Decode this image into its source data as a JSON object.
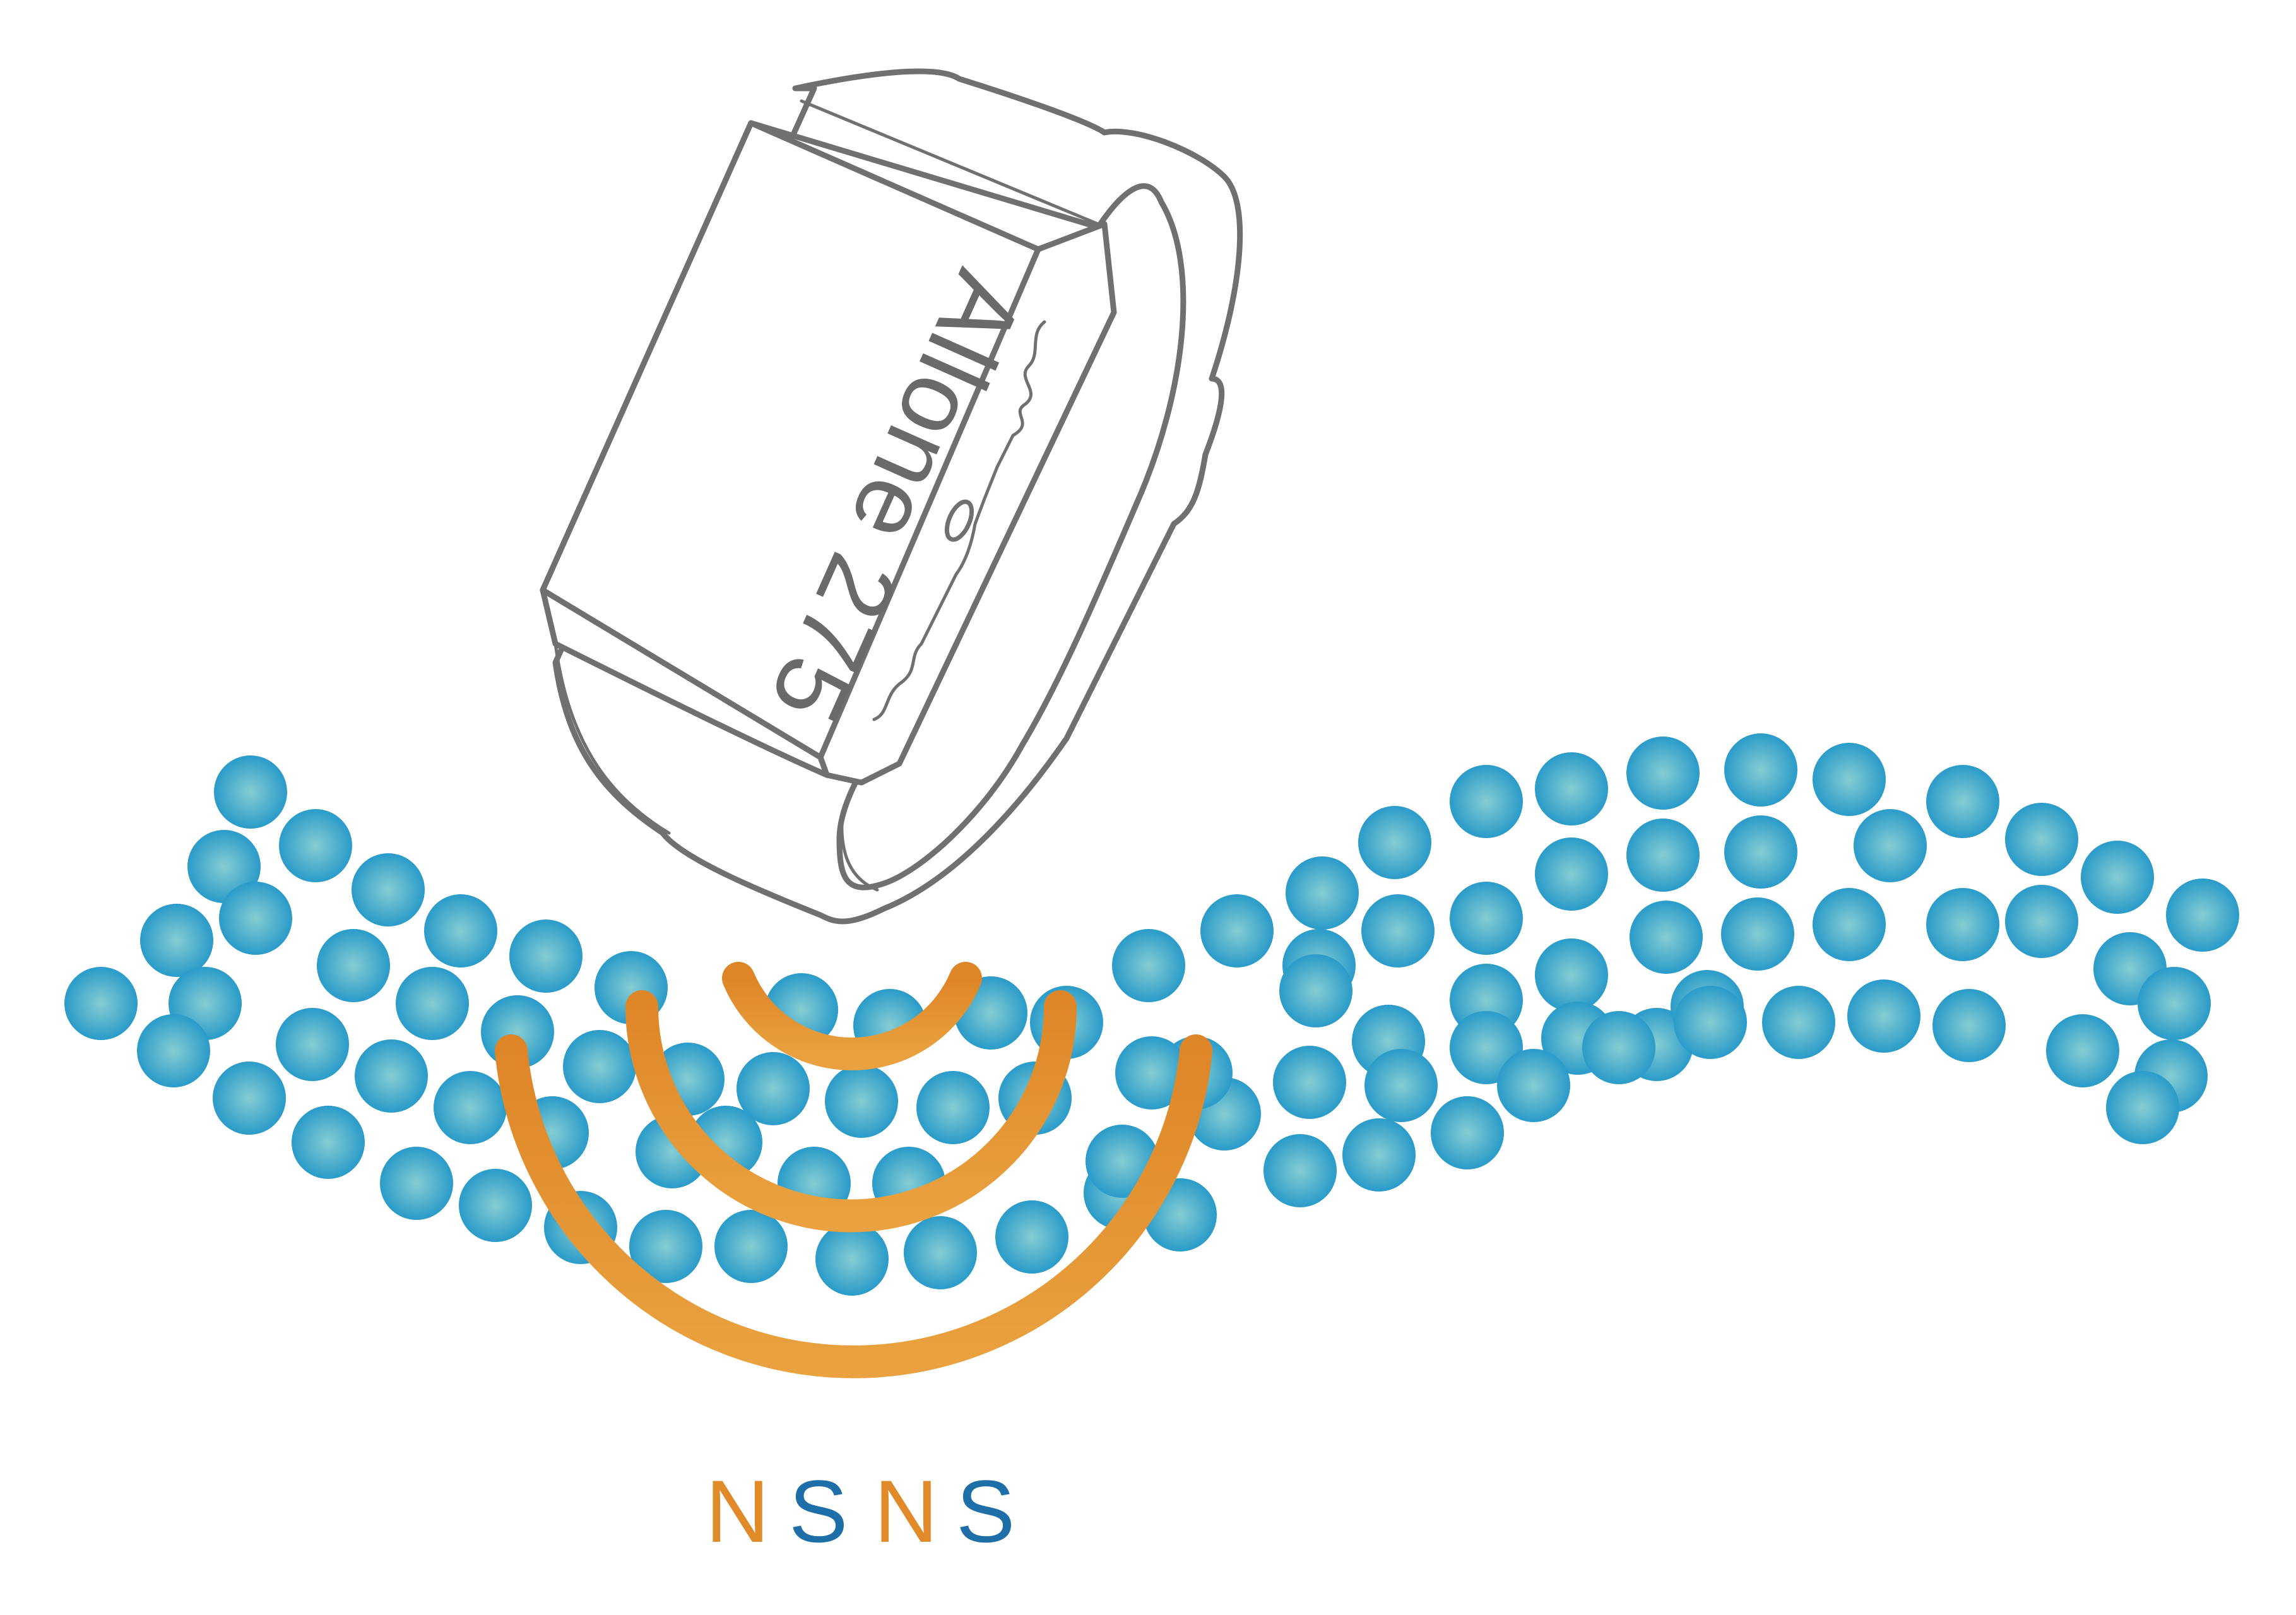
{
  "device": {
    "label": "Allone 275",
    "icon": "spiral-wave-icon"
  },
  "poles": [
    {
      "letter": "N",
      "color": "#E08A2A"
    },
    {
      "letter": "S",
      "color": "#1E6FA8"
    },
    {
      "letter": "N",
      "color": "#E08A2A"
    },
    {
      "letter": "S",
      "color": "#1E6FA8"
    }
  ],
  "colors": {
    "particle_center": "#7FC8D0",
    "particle_edge": "#2A9BC9",
    "field_arc": "#E38B2C",
    "device_outline": "#707070"
  }
}
